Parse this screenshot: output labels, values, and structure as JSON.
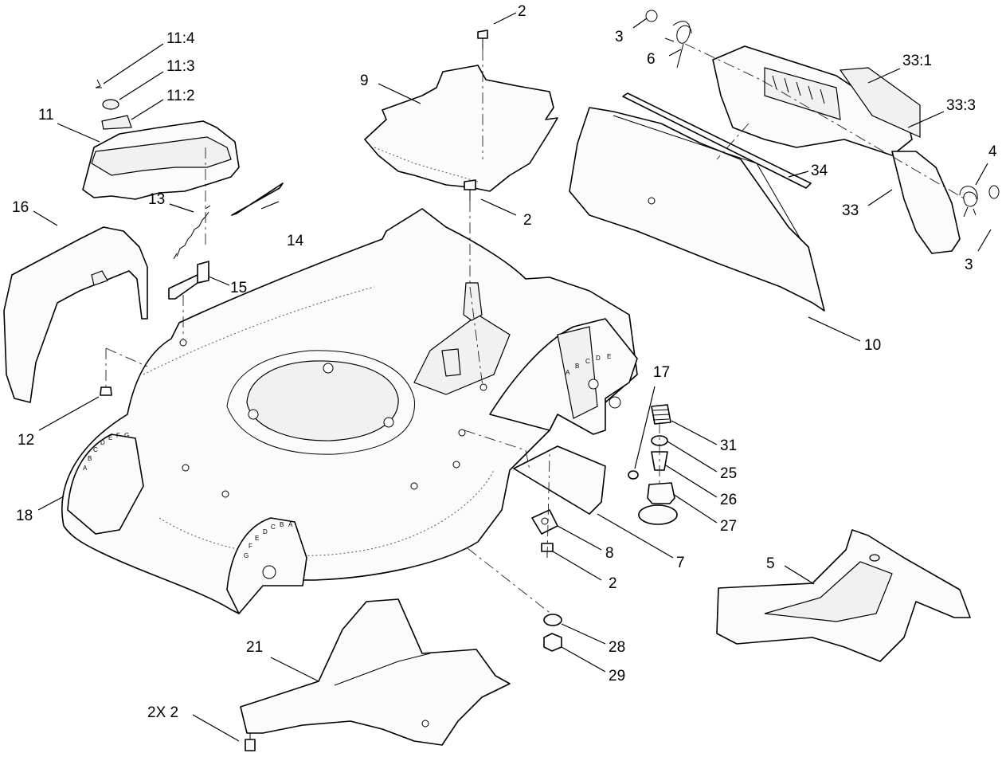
{
  "diagram": {
    "callouts": [
      {
        "id": "c-2-top",
        "text": "2"
      },
      {
        "id": "c-3-top",
        "text": "3"
      },
      {
        "id": "c-6",
        "text": "6"
      },
      {
        "id": "c-33-1",
        "text": "33:1"
      },
      {
        "id": "c-33-3",
        "text": "33:3"
      },
      {
        "id": "c-4",
        "text": "4"
      },
      {
        "id": "c-33",
        "text": "33"
      },
      {
        "id": "c-3-right",
        "text": "3"
      },
      {
        "id": "c-34",
        "text": "34"
      },
      {
        "id": "c-10",
        "text": "10"
      },
      {
        "id": "c-9",
        "text": "9"
      },
      {
        "id": "c-2-mid",
        "text": "2"
      },
      {
        "id": "c-11-4",
        "text": "11:4"
      },
      {
        "id": "c-11-3",
        "text": "11:3"
      },
      {
        "id": "c-11-2",
        "text": "11:2"
      },
      {
        "id": "c-11",
        "text": "11"
      },
      {
        "id": "c-13",
        "text": "13"
      },
      {
        "id": "c-14",
        "text": "14"
      },
      {
        "id": "c-15",
        "text": "15"
      },
      {
        "id": "c-16",
        "text": "16"
      },
      {
        "id": "c-12",
        "text": "12"
      },
      {
        "id": "c-18",
        "text": "18"
      },
      {
        "id": "c-17",
        "text": "17"
      },
      {
        "id": "c-31",
        "text": "31"
      },
      {
        "id": "c-25",
        "text": "25"
      },
      {
        "id": "c-26",
        "text": "26"
      },
      {
        "id": "c-27",
        "text": "27"
      },
      {
        "id": "c-7",
        "text": "7"
      },
      {
        "id": "c-8",
        "text": "8"
      },
      {
        "id": "c-2-low",
        "text": "2"
      },
      {
        "id": "c-5",
        "text": "5"
      },
      {
        "id": "c-28",
        "text": "28"
      },
      {
        "id": "c-29",
        "text": "29"
      },
      {
        "id": "c-21",
        "text": "21"
      },
      {
        "id": "c-2x2",
        "text": "2X 2"
      }
    ],
    "height_labels": {
      "rear_bracket": [
        "A",
        "B",
        "C",
        "D",
        "E"
      ],
      "front_left": [
        "A",
        "B",
        "C",
        "D",
        "E",
        "F",
        "G"
      ],
      "front_wheel": [
        "G",
        "F",
        "E",
        "D",
        "C",
        "B",
        "A"
      ]
    }
  }
}
